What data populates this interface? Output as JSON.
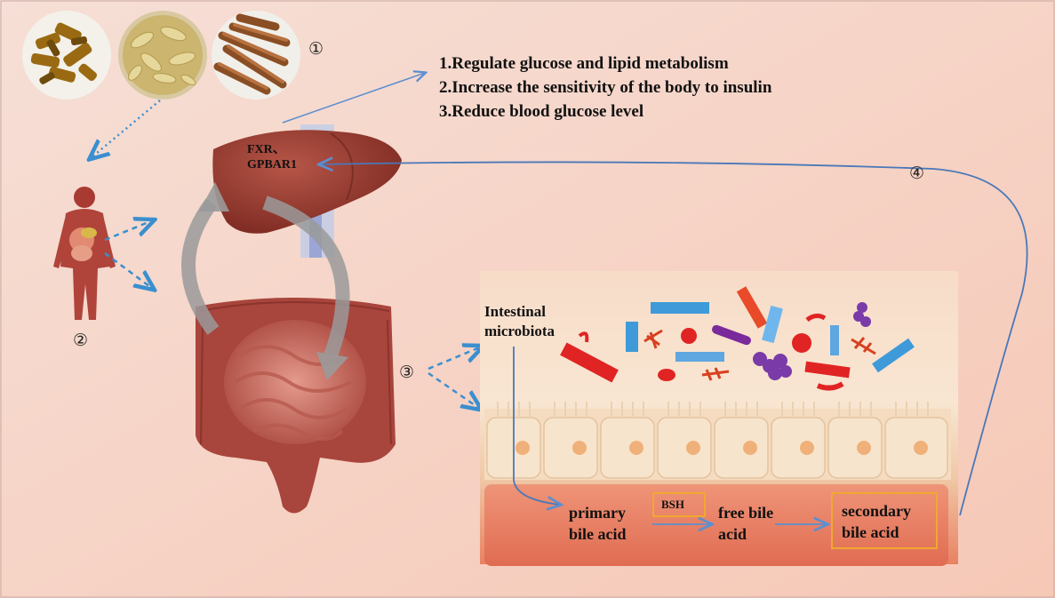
{
  "steps": {
    "step1": "①",
    "step2": "②",
    "step3": "③",
    "step4": "④"
  },
  "effects": [
    "1.Regulate glucose and lipid metabolism",
    "2.Increase the sensitivity of the body to insulin",
    "3.Reduce blood glucose level"
  ],
  "liver": {
    "receptor_line1": "FXR、",
    "receptor_line2": "GPBAR1"
  },
  "gut": {
    "microbiota_line1": "Intestinal",
    "microbiota_line2": "microbiota",
    "primary_line1": "primary",
    "primary_line2": "bile acid",
    "enzyme": "BSH",
    "free_line1": "free bile",
    "free_line2": "acid",
    "secondary_line1": "secondary",
    "secondary_line2": "bile acid"
  },
  "colors": {
    "background_start": "#f4d6cc",
    "background_end": "#f7c9b8",
    "arrow_blue": "#5b8fd0",
    "dashed_blue": "#3a8fcf",
    "liver": "#8e3a2f",
    "intestine": "#b5544a",
    "box_orange": "#f0a830"
  },
  "icons": {
    "herbs": [
      "turmeric-slices-icon",
      "herb-slices-icon",
      "cinnamon-sticks-icon"
    ],
    "body": "human-body-icon",
    "liver": "liver-icon",
    "intestine": "intestine-icon"
  }
}
